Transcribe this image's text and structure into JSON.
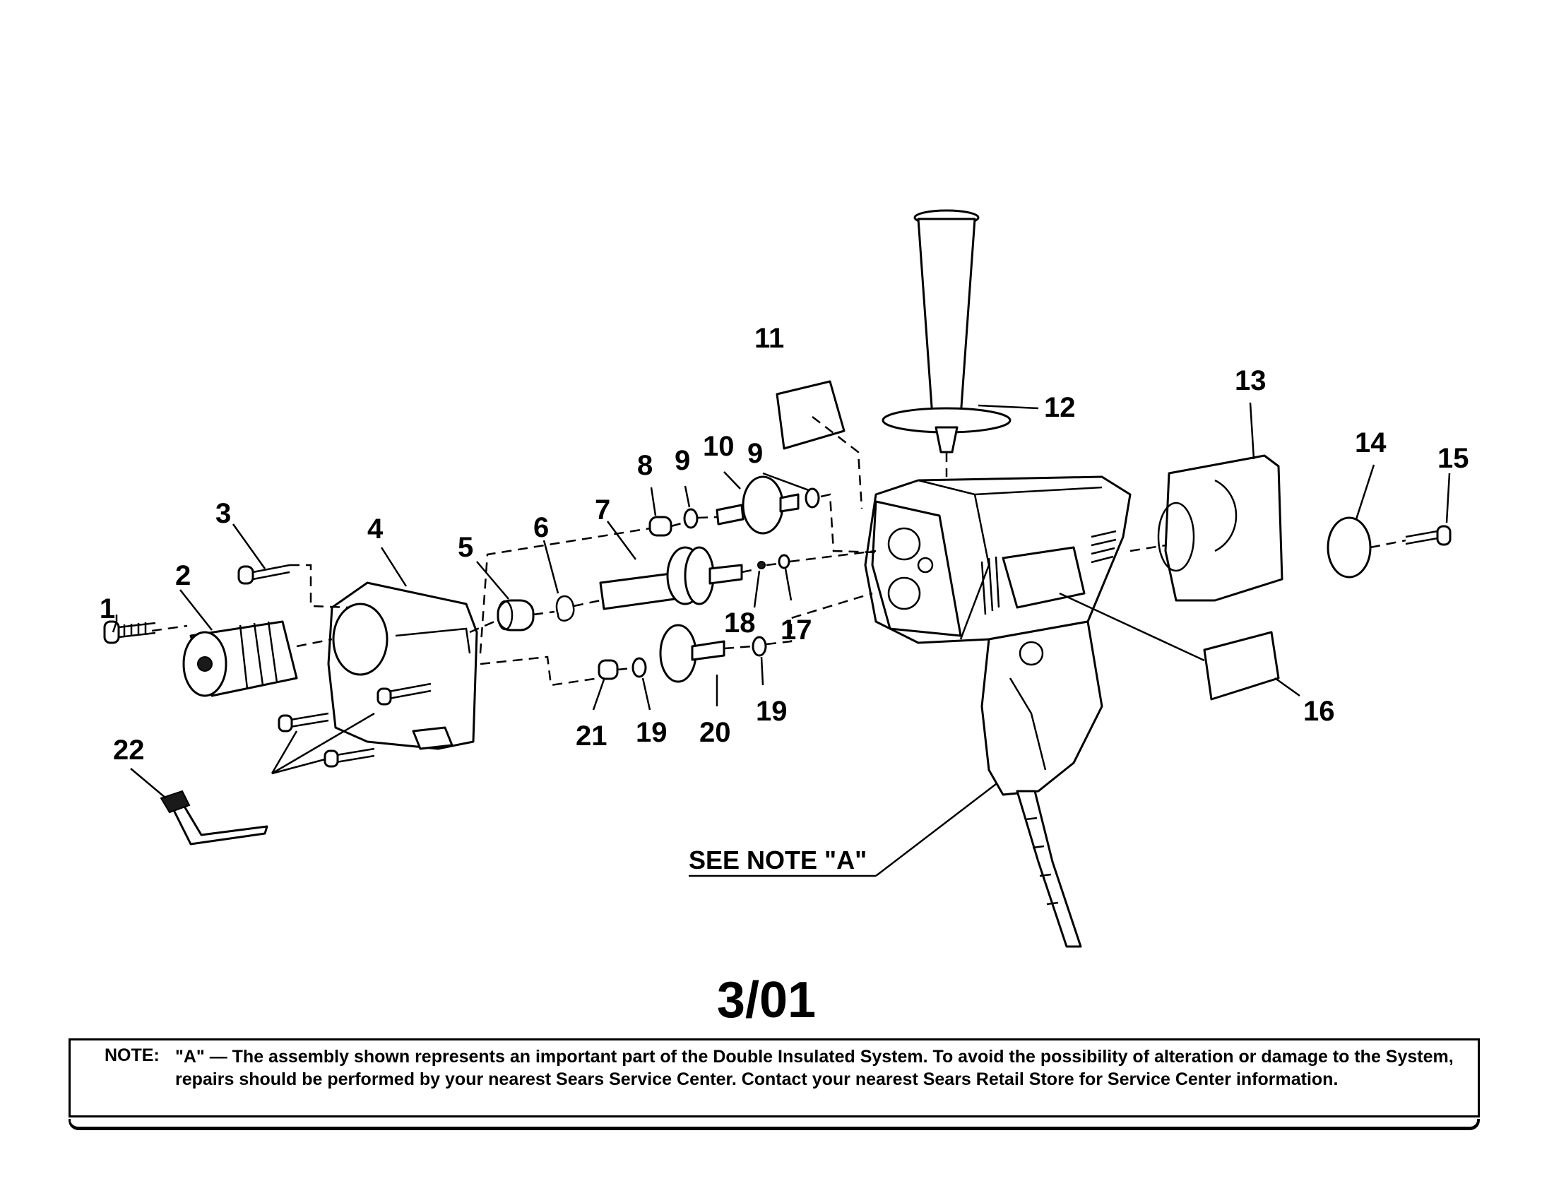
{
  "callouts": {
    "c1": "1",
    "c2": "2",
    "c3": "3",
    "c4": "4",
    "c5": "5",
    "c6": "6",
    "c7": "7",
    "c8": "8",
    "c9a": "9",
    "c9b": "9",
    "c10": "10",
    "c11": "11",
    "c12": "12",
    "c13": "13",
    "c14": "14",
    "c15": "15",
    "c16": "16",
    "c17": "17",
    "c18": "18",
    "c19a": "19",
    "c19b": "19",
    "c20": "20",
    "c21": "21",
    "c22": "22"
  },
  "see_note": "SEE NOTE \"A\"",
  "date_code": "3/01",
  "note": {
    "label": "NOTE:",
    "text": "\"A\" — The assembly shown represents an important part of the Double Insulated System. To avoid the possibility of alteration or damage to the System, repairs should be performed by your nearest Sears Service Center. Contact your nearest Sears Retail Store for Service Center information."
  }
}
